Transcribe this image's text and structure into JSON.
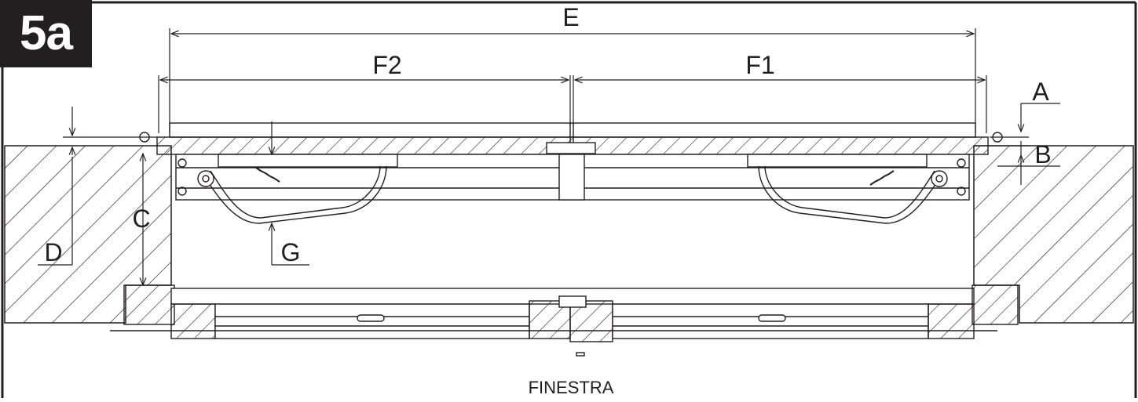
{
  "figure": {
    "badge": "5a",
    "caption": "FINESTRA",
    "dimension_labels": {
      "E": "E",
      "F1": "F1",
      "F2": "F2",
      "A": "A",
      "B": "B",
      "C": "C",
      "D": "D",
      "G": "G"
    }
  }
}
